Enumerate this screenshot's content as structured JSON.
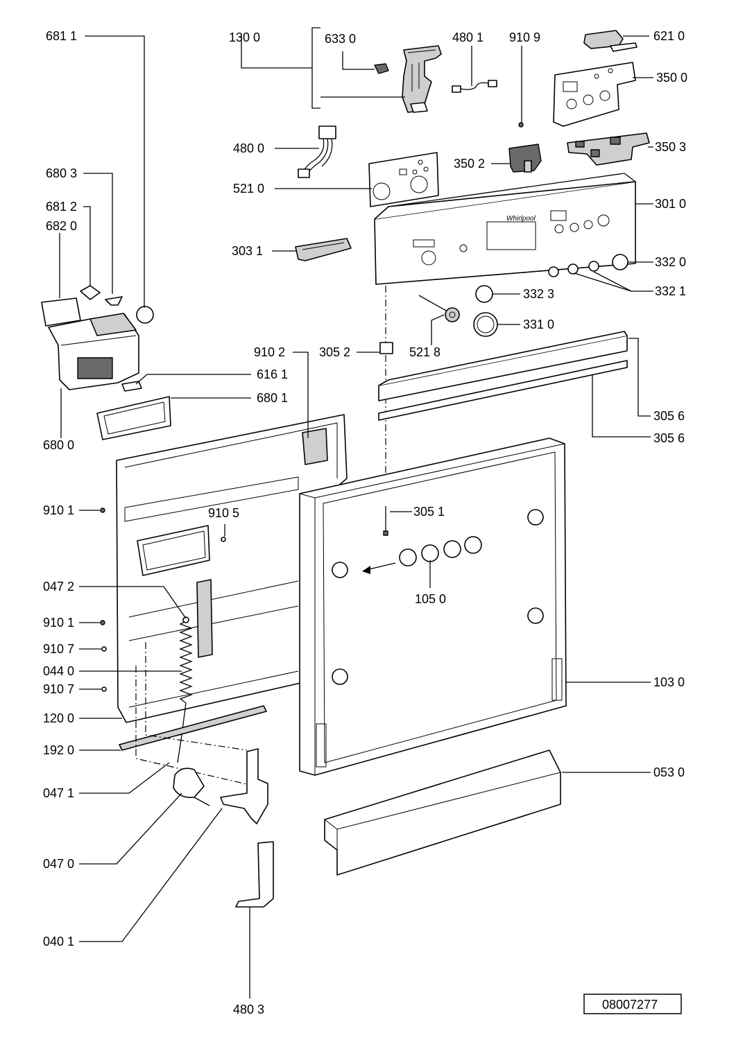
{
  "doc_number": "08007277",
  "labels": {
    "l6811_top": "681 1",
    "l1300": "130 0",
    "l6330": "633 0",
    "l4801": "480 1",
    "l9109": "910 9",
    "l6210": "621 0",
    "l3500": "350 0",
    "l4800": "480 0",
    "l3502": "350 2",
    "l3503": "350 3",
    "l6803": "680 3",
    "l5210": "521 0",
    "l3010": "301 0",
    "l6812": "681 2",
    "l6820": "682 0",
    "l3031": "303 1",
    "l3320": "332 0",
    "l3321": "332 1",
    "l3323": "332 3",
    "l3310": "331 0",
    "l9102": "910 2",
    "l3052": "305 2",
    "l5218": "521 8",
    "l6161": "616 1",
    "l6801": "680 1",
    "l3056a": "305 6",
    "l3056b": "305 6",
    "l6800": "680 0",
    "l9101a": "910 1",
    "l9105": "910 5",
    "l3051": "305 1",
    "l0472": "047 2",
    "l1050": "105 0",
    "l9101b": "910 1",
    "l9107a": "910 7",
    "l0440": "044 0",
    "l9107b": "910 7",
    "l1030": "103 0",
    "l1200": "120 0",
    "l1920": "192 0",
    "l0471": "047 1",
    "l0530": "053 0",
    "l0470": "047 0",
    "l0401": "040 1",
    "l4803": "480 3"
  },
  "brand_mark": "Whirlpool"
}
